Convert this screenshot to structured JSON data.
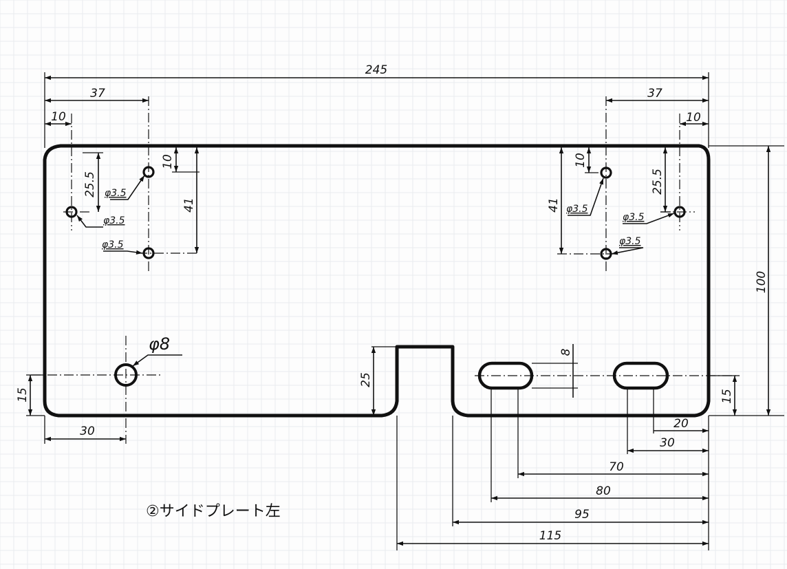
{
  "title": "②サイドプレート左",
  "dimensions": {
    "overall_width": "245",
    "left_37": "37",
    "left_10": "10",
    "right_37": "37",
    "right_10": "10",
    "height_100": "100",
    "left_v_10": "10",
    "left_v_25_5": "25.5",
    "left_v_41": "41",
    "right_v_10": "10",
    "right_v_25_5": "25.5",
    "right_v_41": "41",
    "left_15": "15",
    "left_30": "30",
    "notch_25": "25",
    "slot_8": "8",
    "right_15": "15",
    "b_20": "20",
    "b_30": "30",
    "b_70": "70",
    "b_80": "80",
    "b_95": "95",
    "b_115": "115"
  },
  "hole_labels": {
    "left_top": "φ3.5",
    "left_mid": "φ3.5",
    "left_bot": "φ3.5",
    "right_top": "φ3.5",
    "right_mid": "φ3.5",
    "right_bot": "φ3.5",
    "big": "φ8"
  }
}
